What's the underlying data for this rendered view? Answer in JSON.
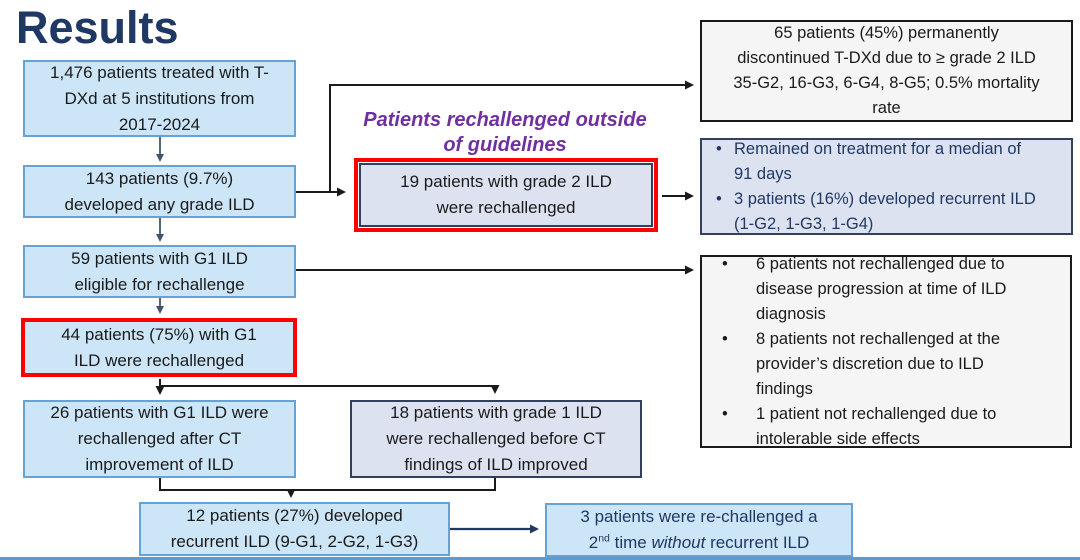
{
  "title": "Results",
  "annotation": {
    "line1": "Patients rechallenged outside",
    "line2": "of guidelines"
  },
  "flow": {
    "treated": {
      "lines": [
        "1,476 patients treated with T-",
        "DXd at 5 institutions from",
        "2017-2024"
      ]
    },
    "developed_ild": {
      "lines": [
        "143 patients (9.7%)",
        "developed any grade ILD"
      ]
    },
    "eligible": {
      "lines": [
        "59 patients with G1 ILD",
        "eligible for rechallenge"
      ]
    },
    "rechallenged_g1": {
      "lines": [
        "44 patients (75%) with G1",
        "ILD were rechallenged"
      ]
    },
    "rechallenged_after_ct": {
      "lines": [
        "26 patients with G1 ILD were",
        "rechallenged after CT",
        "improvement of ILD"
      ]
    },
    "grade2_rechallenged": {
      "lines": [
        "19 patients with grade 2 ILD",
        "were rechallenged"
      ]
    },
    "rechallenged_before_ct": {
      "lines": [
        "18 patients with grade 1 ILD",
        "were rechallenged before CT",
        "findings of ILD improved"
      ]
    },
    "discontinued": {
      "lines": [
        "65 patients (45%) permanently",
        "discontinued T-DXd due to ≥ grade 2 ILD",
        "35-G2, 16-G3, 6-G4, 8-G5; 0.5% mortality",
        "rate"
      ]
    },
    "grade2_outcomes": {
      "bullets": [
        "Remained on treatment for a median of 91 days",
        "3 patients (16%) developed recurrent ILD (1-G2, 1-G3, 1-G4)"
      ]
    },
    "not_rechallenged_reasons": {
      "bullets": [
        "6 patients not rechallenged due to disease progression at time of ILD diagnosis",
        "8 patients not rechallenged at the provider’s discretion due to ILD findings",
        "1 patient not rechallenged due to intolerable side effects"
      ]
    },
    "recurrent_ild": {
      "lines": [
        "12 patients (27%) developed",
        "recurrent ILD (9-G1, 2-G2, 1-G3)"
      ]
    },
    "second_rechallenge": {
      "line1": "3 patients were re-challenged a",
      "num": "2",
      "sup": "nd",
      "mid": " time ",
      "italic": "without",
      "end": " recurrent ILD"
    }
  },
  "colors": {
    "title_navy": "#1F3864",
    "annotation_purple": "#7030A0",
    "highlight_red": "#FE0000",
    "box_blue_fill": "#CDE6F7",
    "box_blue_border": "#64A2D8",
    "box_lavender_fill": "#DDE2F1",
    "box_lavender_border": "#32405E",
    "box_white_fill": "#F5F5F6",
    "connector_black": "#1A1A1A",
    "connector_steel": "#44546A",
    "connector_navy": "#1F3864",
    "bottom_rule_blue": "#5B9BD5"
  }
}
